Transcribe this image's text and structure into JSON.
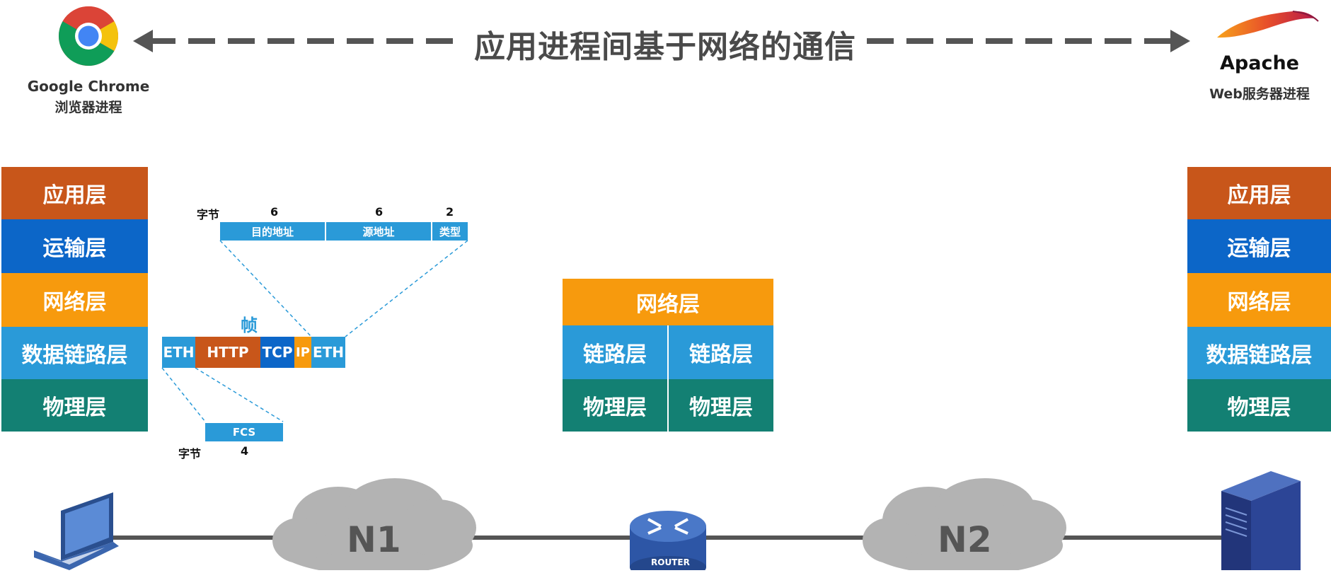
{
  "title": "应用进程间基于网络的通信",
  "client": {
    "name": "Google Chrome",
    "desc": "浏览器进程"
  },
  "server": {
    "name": "Apache",
    "desc": "Web服务器进程"
  },
  "left_stack": [
    "应用层",
    "运输层",
    "网络层",
    "数据链路层",
    "物理层"
  ],
  "right_stack": [
    "应用层",
    "运输层",
    "网络层",
    "数据链路层",
    "物理层"
  ],
  "router_stack": {
    "top": "网络层",
    "link": [
      "链路层",
      "链路层"
    ],
    "phys": [
      "物理层",
      "物理层"
    ]
  },
  "frame": {
    "label": "帧",
    "parts": [
      "ETH",
      "HTTP",
      "TCP",
      "IP",
      "ETH"
    ],
    "header_unit": "字节",
    "header_sizes": [
      "6",
      "6",
      "2"
    ],
    "header_fields": [
      "目的地址",
      "源地址",
      "类型"
    ],
    "trailer_field": "FCS",
    "trailer_unit": "字节",
    "trailer_size": "4"
  },
  "network": {
    "n1": "N1",
    "n2": "N2",
    "router_label": "ROUTER"
  },
  "colors": {
    "app": "#c8561a",
    "transport": "#0c66c8",
    "network": "#f79a0d",
    "datalink": "#2a9ad8",
    "physical": "#138073",
    "arrow": "#555555"
  }
}
